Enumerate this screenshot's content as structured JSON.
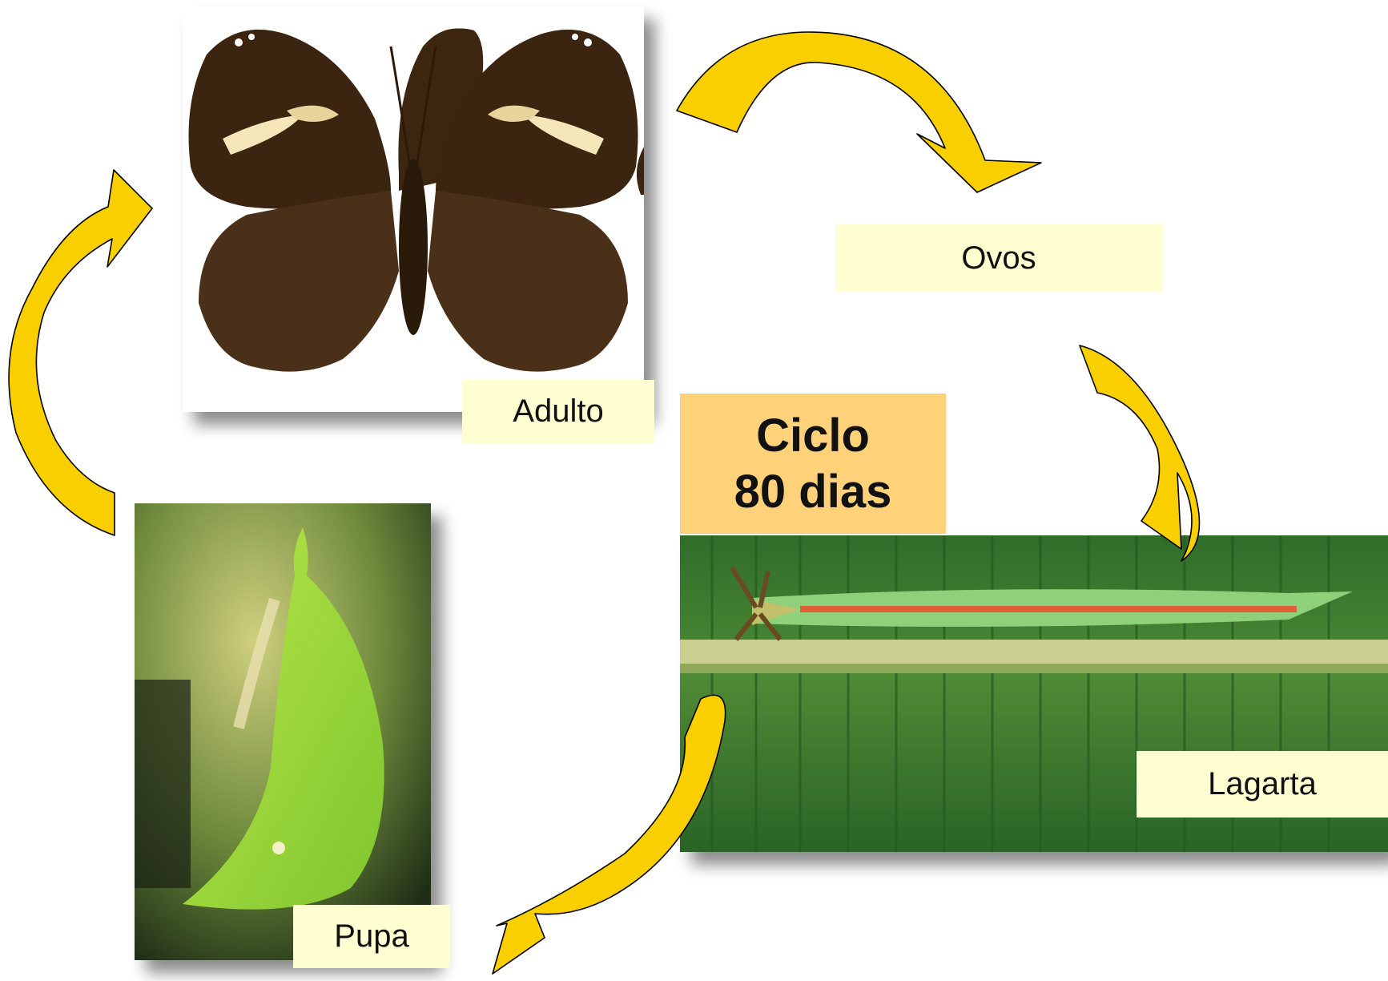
{
  "title_lines": [
    "Ciclo",
    "80 dias"
  ],
  "stages": {
    "adult": "Adulto",
    "eggs": "Ovos",
    "larva": "Lagarta",
    "pupa": "Pupa"
  },
  "colors": {
    "arrow_fill": "#f9cf00",
    "label_bg": "#ffffd2",
    "center_bg": "#ffd27a"
  },
  "icons": [
    "butterfly-photo",
    "caterpillar-photo",
    "pupa-photo",
    "cycle-arrow"
  ]
}
